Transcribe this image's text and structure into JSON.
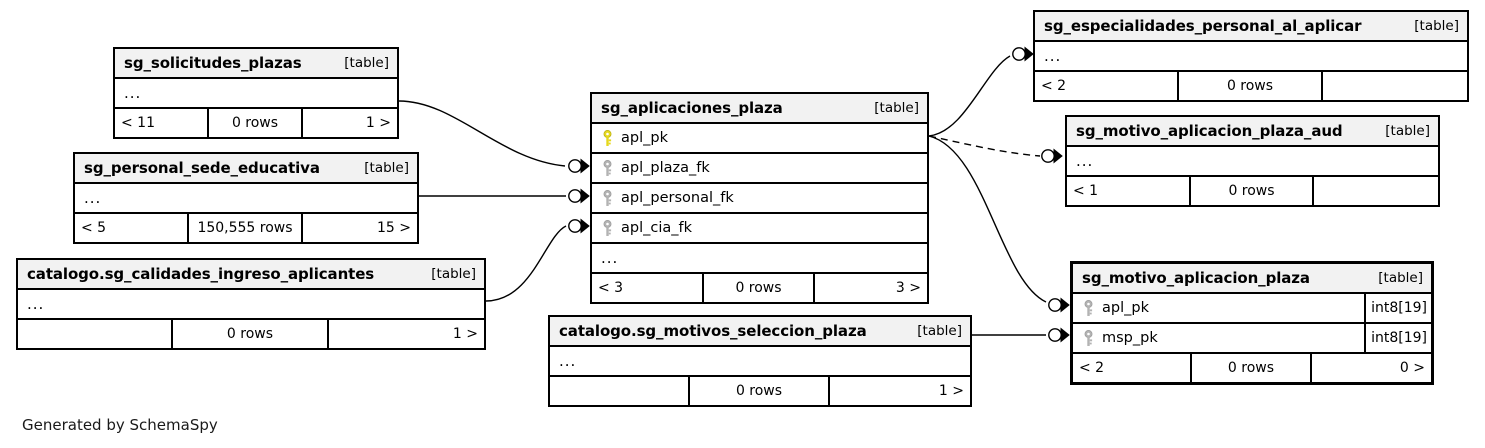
{
  "diagram": {
    "caption": "Generated by SchemaSpy",
    "kind_label": "[table]",
    "ellipsis": "...",
    "rows_suffix": "rows",
    "colors": {
      "pk_key": "#e5d81e",
      "fk_key": "#b3b3b3",
      "header_bg": "#f2f2f2",
      "border": "#000000",
      "page_bg": "#ffffff"
    }
  },
  "tables": {
    "solicitudes_plazas": {
      "name": "sg_solicitudes_plazas",
      "kind": "[table]",
      "more": "...",
      "footer": {
        "left": "< 11",
        "center": "0 rows",
        "right": "1 >"
      }
    },
    "personal_sede_educativa": {
      "name": "sg_personal_sede_educativa",
      "kind": "[table]",
      "more": "...",
      "footer": {
        "left": "< 5",
        "center": "150,555 rows",
        "right": "15 >"
      }
    },
    "calidades_ingreso_aplicantes": {
      "name": "catalogo.sg_calidades_ingreso_aplicantes",
      "kind": "[table]",
      "more": "...",
      "footer": {
        "left": "",
        "center": "0 rows",
        "right": "1 >"
      }
    },
    "aplicaciones_plaza": {
      "name": "sg_aplicaciones_plaza",
      "kind": "[table]",
      "columns": [
        {
          "name": "apl_pk",
          "key": "primary",
          "type": ""
        },
        {
          "name": "apl_plaza_fk",
          "key": "foreign",
          "type": ""
        },
        {
          "name": "apl_personal_fk",
          "key": "foreign",
          "type": ""
        },
        {
          "name": "apl_cia_fk",
          "key": "foreign",
          "type": ""
        }
      ],
      "more": "...",
      "footer": {
        "left": "< 3",
        "center": "0 rows",
        "right": "3 >"
      }
    },
    "motivos_seleccion_plaza": {
      "name": "catalogo.sg_motivos_seleccion_plaza",
      "kind": "[table]",
      "more": "...",
      "footer": {
        "left": "",
        "center": "0 rows",
        "right": "1 >"
      }
    },
    "especialidades_personal_al_aplicar": {
      "name": "sg_especialidades_personal_al_aplicar",
      "kind": "[table]",
      "more": "...",
      "footer": {
        "left": "< 2",
        "center": "0 rows",
        "right": ""
      }
    },
    "motivo_aplicacion_plaza_aud": {
      "name": "sg_motivo_aplicacion_plaza_aud",
      "kind": "[table]",
      "more": "...",
      "footer": {
        "left": "< 1",
        "center": "0 rows",
        "right": ""
      }
    },
    "motivo_aplicacion_plaza": {
      "name": "sg_motivo_aplicacion_plaza",
      "kind": "[table]",
      "focused": true,
      "columns": [
        {
          "name": "apl_pk",
          "key": "foreign",
          "type": "int8[19]"
        },
        {
          "name": "msp_pk",
          "key": "foreign",
          "type": "int8[19]"
        }
      ],
      "footer": {
        "left": "< 2",
        "center": "0 rows",
        "right": "0 >"
      }
    }
  }
}
